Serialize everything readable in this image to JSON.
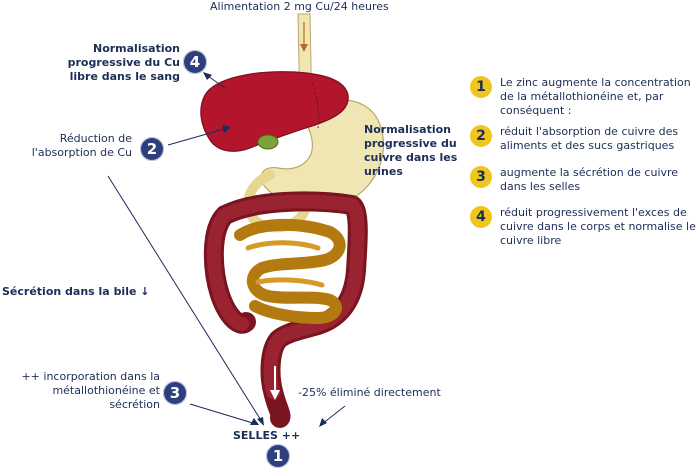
{
  "top_label": "Alimentation 2 mg Cu/24 heures",
  "normalisation_sang": "Normalisation progressive du Cu libre dans le sang",
  "reduction_absorption": "Réduction de l'absorption de Cu",
  "normalisation_urines": "Normalisation progressive du cuivre dans les urines",
  "secretion_bile": "Sécrétion dans la bile",
  "incorporation": "++ incorporation dans la métallothionéine et sécrétion",
  "elimine": "-25% éliminé directement",
  "selles": "SELLES ++",
  "badges": {
    "one": "1",
    "two": "2",
    "three": "3",
    "four": "4"
  },
  "legend": [
    {
      "num": "1",
      "text": "Le zinc augmente la concentration de la métallothionéine et, par conséquent :"
    },
    {
      "num": "2",
      "text": "réduit l'absorption de cuivre des aliments et des sucs gastriques"
    },
    {
      "num": "3",
      "text": "augmente la sécrétion de cuivre dans les selles"
    },
    {
      "num": "4",
      "text": "réduit progressivement l'exces de cuivre dans le corps et normalise le cuivre libre"
    }
  ],
  "colors": {
    "navy": "#2e3f7d",
    "yellow": "#f0c61c",
    "liver": "#b3152c",
    "intestine": "#7a1420",
    "small_intestine": "#b37b0f",
    "stomach": "#efe6b3"
  }
}
